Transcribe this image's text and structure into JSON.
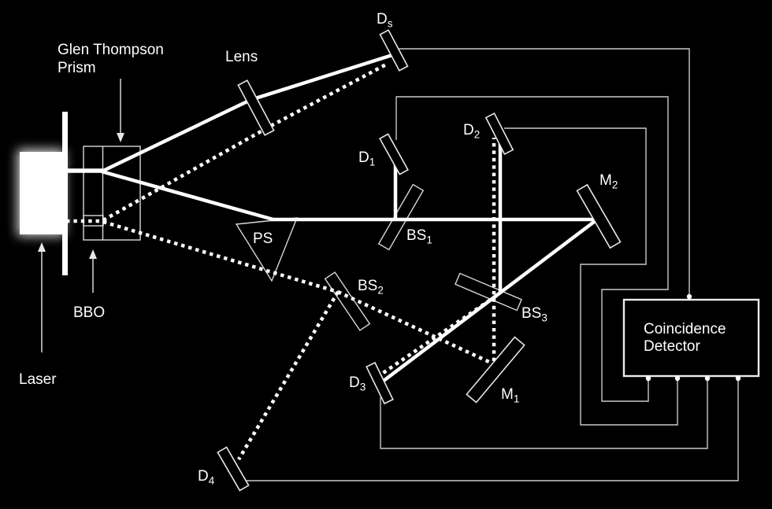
{
  "colors": {
    "background": "#000000",
    "beam": "#ffffff",
    "outline": "#e6e6e6",
    "wire": "#c9c9c9",
    "label": "#ffffff"
  },
  "labels": {
    "glen_thompson": [
      "Glen Thompson",
      "Prism"
    ],
    "lens": "Lens",
    "laser": "Laser",
    "bbo": "BBO",
    "ps": "PS",
    "ds": {
      "main": "D",
      "sub": "s"
    },
    "d1": {
      "main": "D",
      "sub": "1"
    },
    "d2": {
      "main": "D",
      "sub": "2"
    },
    "d3": {
      "main": "D",
      "sub": "3"
    },
    "d4": {
      "main": "D",
      "sub": "4"
    },
    "bs1": {
      "main": "BS",
      "sub": "1"
    },
    "bs2": {
      "main": "BS",
      "sub": "2"
    },
    "bs3": {
      "main": "BS",
      "sub": "3"
    },
    "m1": {
      "main": "M",
      "sub": "1"
    },
    "m2": {
      "main": "M",
      "sub": "2"
    },
    "coincidence_detector": [
      "Coincidence",
      "Detector"
    ]
  }
}
